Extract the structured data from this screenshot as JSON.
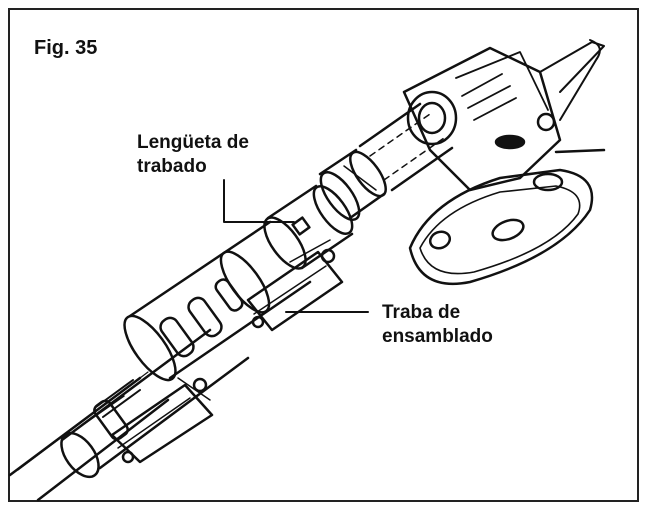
{
  "figure": {
    "title": "Fig. 35"
  },
  "callouts": {
    "locking_tab": {
      "line1": "Lengüeta de",
      "line2": "trabado"
    },
    "assembly_lock": {
      "line1": "Traba de",
      "line2": "ensamblado"
    }
  },
  "colors": {
    "ink": "#111111",
    "background": "#ffffff"
  }
}
